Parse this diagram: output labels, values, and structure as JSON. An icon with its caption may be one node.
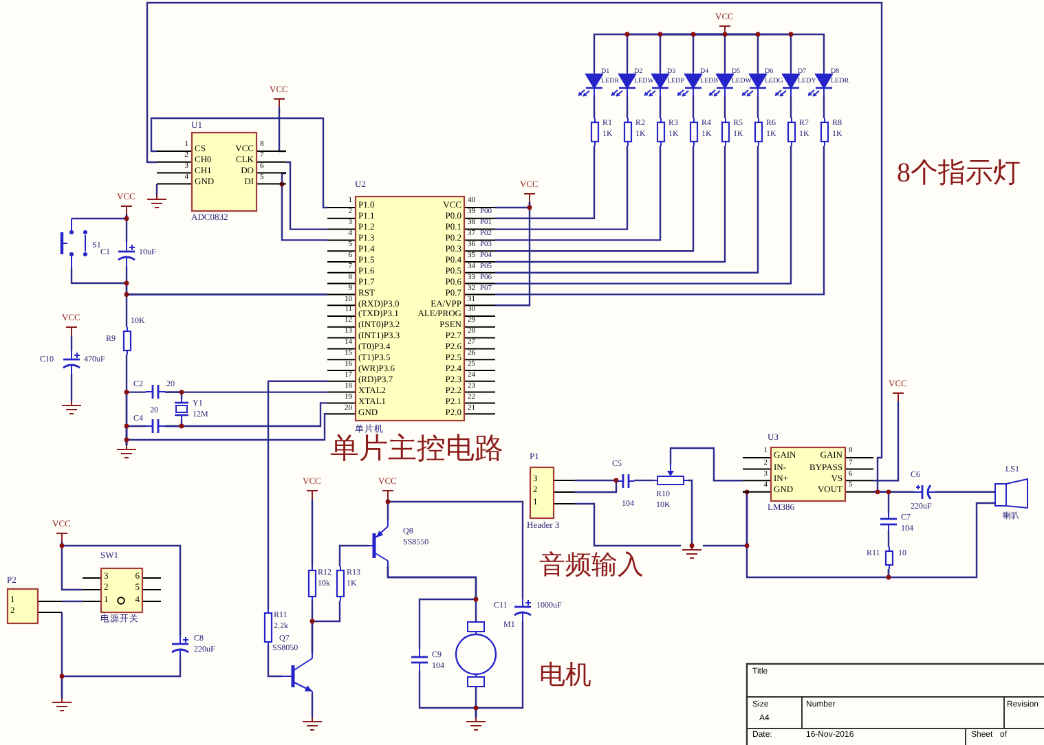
{
  "diagram": {
    "nodes": [
      {
        "text": [
          "U1",
          "CS",
          "CH0",
          "CH1",
          "GND",
          "VCC",
          "CLK",
          "DO",
          "DI",
          "1",
          "2",
          "3",
          "4",
          "8",
          "7",
          "6",
          "5",
          "ADC0832"
        ]
      },
      {
        "text": [
          "U2",
          "P1.0",
          "P1.1",
          "P1.2",
          "P1.3",
          "P1.4",
          "P1.5",
          "P1.6",
          "P1.7",
          "RST",
          "(RXD)P3.0",
          "(TXD)P3.1",
          "(INT0)P3.2",
          "(INT1)P3.3",
          "(T0)P3.4",
          "(T1)P3.5",
          "(WR)P3.6",
          "(RD)P3.7",
          "XTAL2",
          "XTAL1",
          "GND",
          "VCC",
          "P0.0",
          "P0.1",
          "P0.2",
          "P0.3",
          "P0.4",
          "P0.5",
          "P0.6",
          "P0.7",
          "EA/VPP",
          "ALE/PROG",
          "PSEN",
          "P2.7",
          "P2.6",
          "P2.5",
          "P2.4",
          "P2.3",
          "P2.2",
          "P2.1",
          "P2.0",
          "1",
          "2",
          "3",
          "4",
          "5",
          "6",
          "7",
          "8",
          "9",
          "10",
          "11",
          "12",
          "13",
          "14",
          "15",
          "16",
          "17",
          "18",
          "19",
          "20",
          "40",
          "39",
          "38",
          "37",
          "36",
          "35",
          "34",
          "33",
          "32",
          "31",
          "30",
          "29",
          "28",
          "27",
          "26",
          "25",
          "24",
          "23",
          "22",
          "21",
          "单片机"
        ]
      },
      {
        "text": [
          "VCC"
        ]
      },
      {
        "text": [],
        "shape": "ground"
      },
      {
        "text": [
          "VCC"
        ]
      },
      {
        "text": [
          "D1",
          "LEDR"
        ]
      },
      {
        "text": [
          "D2",
          "LEDW"
        ]
      },
      {
        "text": [
          "D3",
          "LEDP"
        ]
      },
      {
        "text": [
          "D4",
          "LEDB"
        ]
      },
      {
        "text": [
          "D5",
          "LEDW"
        ]
      },
      {
        "text": [
          "D6",
          "LEDG"
        ]
      },
      {
        "text": [
          "D7",
          "LEDY"
        ]
      },
      {
        "text": [
          "D8",
          "LEDR"
        ]
      },
      {
        "text": [
          "R1",
          "1K"
        ]
      },
      {
        "text": [
          "R2",
          "1K"
        ]
      },
      {
        "text": [
          "R3",
          "1K"
        ]
      },
      {
        "text": [
          "R4",
          "1K"
        ]
      },
      {
        "text": [
          "R5",
          "1K"
        ]
      },
      {
        "text": [
          "R6",
          "1K"
        ]
      },
      {
        "text": [
          "R7",
          "1K"
        ]
      },
      {
        "text": [
          "R8",
          "1K"
        ]
      },
      {
        "text": [
          "VCC"
        ]
      },
      {
        "text": [
          "S1"
        ]
      },
      {
        "text": [
          "VCC"
        ]
      },
      {
        "text": [
          "C1",
          "10uF"
        ]
      },
      {
        "text": [
          "R9",
          "10K"
        ]
      },
      {
        "text": [
          "C2",
          "20"
        ]
      },
      {
        "text": [
          "C4",
          "20"
        ]
      },
      {
        "text": [
          "Y1",
          "12M"
        ]
      },
      {
        "text": [],
        "shape": "ground"
      },
      {
        "text": [
          "VCC"
        ]
      },
      {
        "text": [
          "C10",
          "470uF"
        ]
      },
      {
        "text": [],
        "shape": "ground"
      },
      {
        "text": [
          "P2",
          "1",
          "2"
        ]
      },
      {
        "text": [
          "SW1",
          "3",
          "2",
          "1",
          "6",
          "5",
          "4",
          "电源开关"
        ]
      },
      {
        "text": [
          "VCC"
        ]
      },
      {
        "text": [
          "C8",
          "220uF"
        ]
      },
      {
        "text": [],
        "shape": "ground"
      },
      {
        "text": [
          "R11",
          "2.2k"
        ]
      },
      {
        "text": [
          "Q7",
          "SS8050"
        ]
      },
      {
        "text": [],
        "shape": "ground"
      },
      {
        "text": [
          "VCC"
        ]
      },
      {
        "text": [
          "R12",
          "10k"
        ]
      },
      {
        "text": [
          "R13",
          "1K"
        ]
      },
      {
        "text": [
          "VCC"
        ]
      },
      {
        "text": [
          "Q8",
          "SS8550"
        ]
      },
      {
        "text": [
          "M1"
        ]
      },
      {
        "text": [
          "C9",
          "104"
        ]
      },
      {
        "text": [
          "C11",
          "1000uF"
        ]
      },
      {
        "text": [],
        "shape": "ground"
      },
      {
        "text": [
          "P1",
          "3",
          "2",
          "1",
          "Header 3"
        ]
      },
      {
        "text": [
          "C5",
          "104"
        ]
      },
      {
        "text": [
          "R10",
          "10K"
        ]
      },
      {
        "text": [],
        "shape": "ground"
      },
      {
        "text": [
          "U3",
          "GAIN",
          "IN-",
          "IN+",
          "GND",
          "GAIN",
          "BYPASS",
          "VS",
          "VOUT",
          "1",
          "2",
          "3",
          "4",
          "8",
          "7",
          "6",
          "5",
          "LM386"
        ]
      },
      {
        "text": [
          "VCC"
        ]
      },
      {
        "text": [
          "C6",
          "220uF"
        ]
      },
      {
        "text": [
          "C7",
          "104"
        ]
      },
      {
        "text": [
          "R11",
          "10"
        ]
      },
      {
        "text": [
          "LS1",
          "喇叭"
        ]
      }
    ],
    "edges": [
      {
        "from": 0,
        "to": 1,
        "arrow": "none"
      },
      {
        "from": 0,
        "to": 54,
        "arrow": "none"
      },
      {
        "from": 0,
        "to": 2,
        "arrow": "none"
      },
      {
        "from": 0,
        "to": 3,
        "arrow": "none"
      },
      {
        "from": 0,
        "to": 1,
        "arrow": "none"
      },
      {
        "from": 0,
        "to": 1,
        "arrow": "none"
      },
      {
        "from": 4,
        "to": 5,
        "arrow": "none"
      },
      {
        "from": 4,
        "to": 6,
        "arrow": "none"
      },
      {
        "from": 4,
        "to": 7,
        "arrow": "none"
      },
      {
        "from": 4,
        "to": 8,
        "arrow": "none"
      },
      {
        "from": 4,
        "to": 9,
        "arrow": "none"
      },
      {
        "from": 4,
        "to": 10,
        "arrow": "none"
      },
      {
        "from": 4,
        "to": 11,
        "arrow": "none"
      },
      {
        "from": 4,
        "to": 12,
        "arrow": "none"
      },
      {
        "from": 5,
        "to": 13,
        "arrow": "none"
      },
      {
        "from": 6,
        "to": 14,
        "arrow": "none"
      },
      {
        "from": 7,
        "to": 15,
        "arrow": "none"
      },
      {
        "from": 8,
        "to": 16,
        "arrow": "none"
      },
      {
        "from": 9,
        "to": 17,
        "arrow": "none"
      },
      {
        "from": 10,
        "to": 18,
        "arrow": "none"
      },
      {
        "from": 11,
        "to": 19,
        "arrow": "none"
      },
      {
        "from": 12,
        "to": 20,
        "arrow": "none"
      },
      {
        "from": 13,
        "to": 1,
        "arrow": "none"
      },
      {
        "from": 14,
        "to": 1,
        "arrow": "none"
      },
      {
        "from": 15,
        "to": 1,
        "arrow": "none"
      },
      {
        "from": 16,
        "to": 1,
        "arrow": "none"
      },
      {
        "from": 17,
        "to": 1,
        "arrow": "none"
      },
      {
        "from": 18,
        "to": 1,
        "arrow": "none"
      },
      {
        "from": 19,
        "to": 1,
        "arrow": "none"
      },
      {
        "from": 20,
        "to": 1,
        "arrow": "none"
      },
      {
        "from": 21,
        "to": 1,
        "arrow": "none"
      },
      {
        "from": 21,
        "to": 1,
        "arrow": "none"
      },
      {
        "from": 22,
        "to": 23,
        "arrow": "none"
      },
      {
        "from": 23,
        "to": 24,
        "arrow": "none"
      },
      {
        "from": 22,
        "to": 1,
        "arrow": "none"
      },
      {
        "from": 24,
        "to": 1,
        "arrow": "none"
      },
      {
        "from": 25,
        "to": 1,
        "arrow": "none"
      },
      {
        "from": 25,
        "to": 29,
        "arrow": "none"
      },
      {
        "from": 26,
        "to": 1,
        "arrow": "none"
      },
      {
        "from": 26,
        "to": 28,
        "arrow": "none"
      },
      {
        "from": 29,
        "to": 26,
        "arrow": "none"
      },
      {
        "from": 29,
        "to": 27,
        "arrow": "none"
      },
      {
        "from": 27,
        "to": 28,
        "arrow": "none"
      },
      {
        "from": 27,
        "to": 1,
        "arrow": "none"
      },
      {
        "from": 29,
        "to": 1,
        "arrow": "none"
      },
      {
        "from": 30,
        "to": 31,
        "arrow": "none"
      },
      {
        "from": 31,
        "to": 32,
        "arrow": "none"
      },
      {
        "from": 33,
        "to": 34,
        "arrow": "none"
      },
      {
        "from": 33,
        "to": 37,
        "arrow": "none"
      },
      {
        "from": 35,
        "to": 34,
        "arrow": "none"
      },
      {
        "from": 35,
        "to": 36,
        "arrow": "none"
      },
      {
        "from": 36,
        "to": 37,
        "arrow": "none"
      },
      {
        "from": 1,
        "to": 38,
        "arrow": "none"
      },
      {
        "from": 38,
        "to": 39,
        "arrow": "none"
      },
      {
        "from": 39,
        "to": 40,
        "arrow": "none"
      },
      {
        "from": 39,
        "to": 42,
        "arrow": "none"
      },
      {
        "from": 39,
        "to": 43,
        "arrow": "none"
      },
      {
        "from": 41,
        "to": 42,
        "arrow": "none"
      },
      {
        "from": 43,
        "to": 45,
        "arrow": "none"
      },
      {
        "from": 44,
        "to": 45,
        "arrow": "none"
      },
      {
        "from": 44,
        "to": 48,
        "arrow": "none"
      },
      {
        "from": 45,
        "to": 46,
        "arrow": "none"
      },
      {
        "from": 45,
        "to": 47,
        "arrow": "none"
      },
      {
        "from": 46,
        "to": 49,
        "arrow": "none"
      },
      {
        "from": 47,
        "to": 49,
        "arrow": "none"
      },
      {
        "from": 48,
        "to": 49,
        "arrow": "none"
      },
      {
        "from": 50,
        "to": 51,
        "arrow": "none"
      },
      {
        "from": 50,
        "to": 51,
        "arrow": "none"
      },
      {
        "from": 51,
        "to": 52,
        "arrow": "none"
      },
      {
        "from": 52,
        "to": 54,
        "arrow": "none"
      },
      {
        "from": 52,
        "to": 53,
        "arrow": "none"
      },
      {
        "from": 50,
        "to": 53,
        "arrow": "none"
      },
      {
        "from": 54,
        "to": 53,
        "arrow": "none"
      },
      {
        "from": 54,
        "to": 55,
        "arrow": "none"
      },
      {
        "from": 54,
        "to": 56,
        "arrow": "none"
      },
      {
        "from": 56,
        "to": 59,
        "arrow": "none"
      },
      {
        "from": 54,
        "to": 57,
        "arrow": "none"
      },
      {
        "from": 57,
        "to": 58,
        "arrow": "none"
      },
      {
        "from": 58,
        "to": 59,
        "arrow": "none"
      },
      {
        "from": 54,
        "to": 58,
        "arrow": "none"
      }
    ],
    "labels": [
      "单片主控电路",
      "8个指示灯",
      "音频输入",
      "电机",
      "P00",
      "P01",
      "P02",
      "P03",
      "P04",
      "P05",
      "P06",
      "P07",
      "Title",
      "Size",
      "Number",
      "Revision",
      "A4",
      "Date:",
      "16-Nov-2016",
      "Sheet",
      "of"
    ]
  }
}
